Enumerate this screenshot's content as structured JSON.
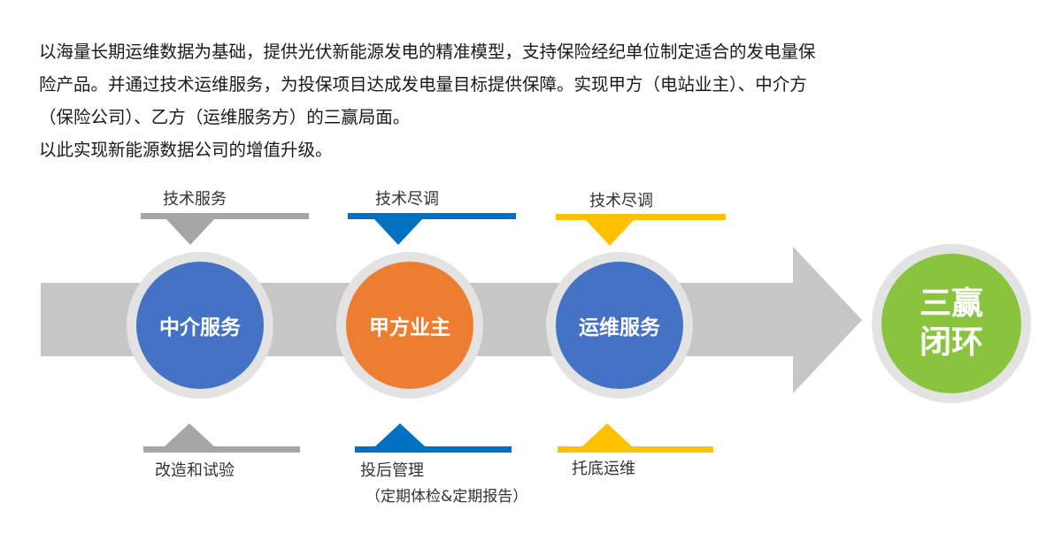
{
  "intro": {
    "line1": "以海量长期运维数据为基础，提供光伏新能源发电的精准模型，支持保险经纪单位制定适合的发电量保",
    "line2": "险产品。并通过技术运维服务，为投保项目达成发电量目标提供保障。实现甲方（电站业主）、中介方",
    "line3": "（保险公司）、乙方（运维服务方）的三赢局面。",
    "line4": "以此实现新能源数据公司的增值升级。"
  },
  "nodes": {
    "broker": {
      "label": "中介服务",
      "color": "#4472c4",
      "top_label": "技术服务",
      "bottom_label": "改造和试验",
      "accent": "#a6a6a6"
    },
    "owner": {
      "label": "甲方业主",
      "color": "#ed7d31",
      "top_label": "技术尽调",
      "bottom_label": "投后管理",
      "bottom_sub": "（定期体检&定期报告）",
      "accent": "#0070c0"
    },
    "om": {
      "label": "运维服务",
      "color": "#4472c4",
      "top_label": "技术尽调",
      "bottom_label": "托底运维",
      "accent": "#ffc000"
    },
    "result": {
      "line1": "三赢",
      "line2": "闭环",
      "color": "#8ac43f"
    }
  },
  "colors": {
    "arrow": "#c6c6c6",
    "ring": "#e3e3e3"
  }
}
